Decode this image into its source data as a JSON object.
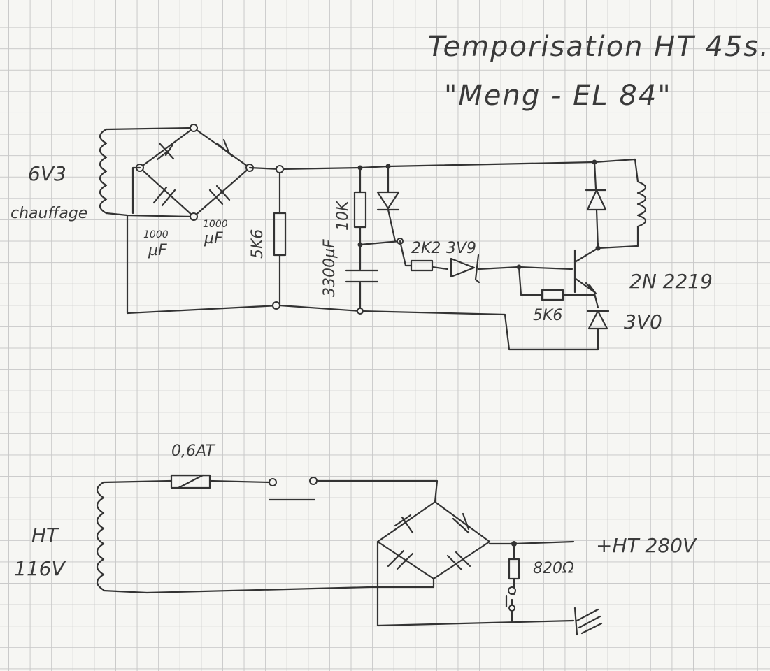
{
  "title_line1": "Temporisation HT 45s.",
  "title_line2": "\"Meng - EL 84\"",
  "labels": {
    "heater_voltage": "6V3",
    "heater_name": "chauffage",
    "cap1": "1000",
    "cap1_unit": "µF",
    "cap2": "1000",
    "cap2_unit": "µF",
    "r_5k6_a": "5K6",
    "cap_3300": "3300µF",
    "r_10k": "10K",
    "r_2k2": "2K2",
    "zener_3v9": "3V9",
    "transistor": "2N 2219",
    "r_5k6_b": "5K6",
    "zener_3v0": "3V0",
    "fuse": "0,6AT",
    "ht_name": "HT",
    "ht_voltage": "116V",
    "output": "+HT 280V",
    "r_820": "820Ω"
  },
  "colors": {
    "ink": "#333333",
    "grid": "#c9c9c9",
    "paper": "#f6f6f3"
  }
}
